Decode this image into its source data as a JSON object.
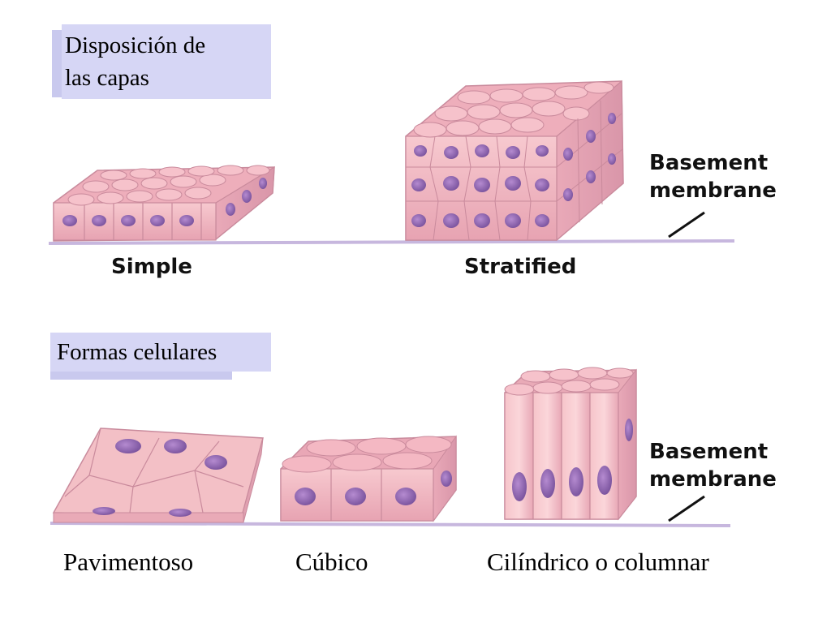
{
  "heading_layers": "Disposición de las capas",
  "heading_layers_line1": "Disposición de",
  "heading_layers_line2": "las capas",
  "heading_shapes": "Formas celulares",
  "labels_top": {
    "simple": "Simple",
    "stratified": "Stratified"
  },
  "basement_top": {
    "line1": "Basement",
    "line2": "membrane"
  },
  "basement_bottom": {
    "line1": "Basement",
    "line2": "membrane"
  },
  "labels_bottom": {
    "squamous": "Pavimentoso",
    "cuboidal": "Cúbico",
    "columnar": "Cilíndrico o columnar"
  },
  "colors": {
    "cell": "#f3b9c2",
    "cell_edge": "#c98a9c",
    "nucleus": "#9a6fb3",
    "membrane": "#c7b7de",
    "label_box": "#d6d6f5"
  }
}
